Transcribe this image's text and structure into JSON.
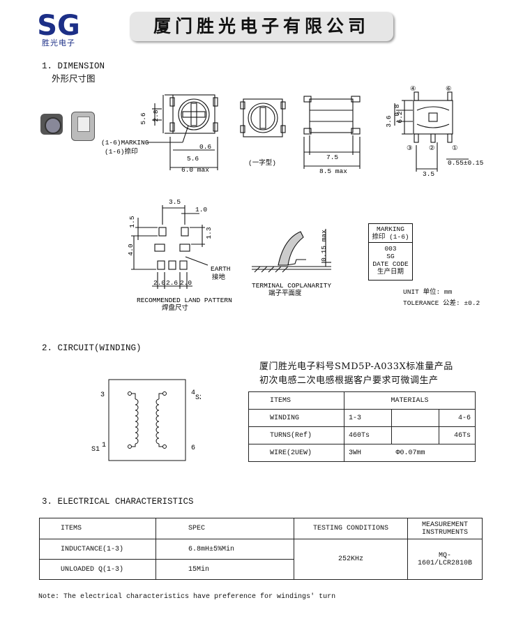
{
  "header": {
    "logo_letters": "SG",
    "logo_text": "胜光电子",
    "company_name": "厦门胜光电子有限公司"
  },
  "section1": {
    "title": "1. DIMENSION",
    "subtitle": "外形尺寸图",
    "dims": {
      "h56": "5.6",
      "h28": "2.8",
      "w56": "5.6",
      "w60": "6.0 max",
      "w06": "0.6",
      "marking_en": "(1-6)MARKING",
      "marking_cn": "(1-6)捺印",
      "slot_type": "(一字型)",
      "side_75": "7.5",
      "side_85": "8.5 max",
      "h62": "6.2",
      "h08": "0.8",
      "h36": "3.6",
      "pin_055": "0.55±0.15",
      "w35": "3.5",
      "pins": [
        "④",
        "⑥",
        "③",
        "②",
        "①"
      ]
    },
    "land": {
      "d35": "3.5",
      "d10": "1.0",
      "d15": "1.5",
      "d13": "1.3",
      "d40": "4.0",
      "d20a": "2.0",
      "d26": "2.6",
      "d20b": "2.0",
      "earth_en": "EARTH",
      "earth_cn": "接地",
      "caption_en": "RECOMMENDED LAND PATTERN",
      "caption_cn": "焊盘尺寸"
    },
    "terminal": {
      "d015": "0.15 max",
      "caption_en": "TERMINAL COPLANARITY",
      "caption_cn": "端子平面度"
    },
    "marking_box": {
      "title_en": "MARKING",
      "title_cn": "捺印 (1-6)",
      "line1": "003",
      "line2": "SG",
      "line3": "DATE CODE",
      "line4": "生产日期"
    },
    "unit": "UNIT 单位: mm",
    "tolerance": "TOLERANCE 公差: ±0.2"
  },
  "section2": {
    "title": "2. CIRCUIT(WINDING)",
    "circuit_labels": {
      "p3": "3",
      "p4": "4",
      "s2": "S2",
      "s1": "S1",
      "p1": "1",
      "p6": "6"
    },
    "note_line1": "厦门胜光电子料号SMD5P-A033X标准量产品",
    "note_line2": "初次电感二次电感根据客户要求可微调生产",
    "materials_table": {
      "header": [
        "ITEMS",
        "MATERIALS"
      ],
      "rows": [
        [
          "WINDING",
          "1-3",
          "",
          "4-6"
        ],
        [
          "TURNS(Ref)",
          "460Ts",
          "",
          "46Ts"
        ],
        [
          "WIRE(2UEW)",
          "3WH",
          "Φ0.07mm"
        ]
      ]
    }
  },
  "section3": {
    "title": "3. ELECTRICAL CHARACTERISTICS",
    "table": {
      "header": [
        "ITEMS",
        "SPEC",
        "TESTING CONDITIONS",
        "MEASUREMENT INSTRUMENTS"
      ],
      "rows": [
        [
          "INDUCTANCE(1-3)",
          "6.8mH±5%Min"
        ],
        [
          "UNLOADED Q(1-3)",
          "15Min"
        ]
      ],
      "testing_condition": "252KHz",
      "instrument": "MQ-1601/LCR2810B"
    },
    "note": "Note: The electrical characteristics have preference for windings' turn"
  }
}
